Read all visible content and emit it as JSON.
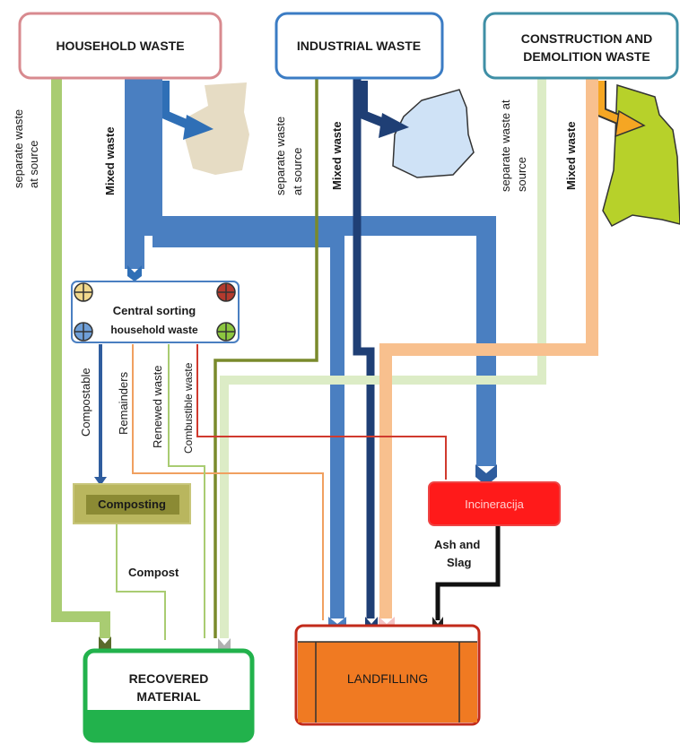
{
  "sources": {
    "household": "HOUSEHOLD WASTE",
    "industrial": "INDUSTRIAL WASTE",
    "construction_line1": "CONSTRUCTION AND",
    "construction_line2": "DEMOLITION WASTE"
  },
  "flows": {
    "household_separate_line1": "separate waste",
    "household_separate_line2": "at source",
    "household_mixed": "Mixed waste",
    "industrial_separate_line1": "separate waste",
    "industrial_separate_line2": "at source",
    "industrial_mixed": "Mixed waste",
    "construction_separate_line1": "separate waste at",
    "construction_separate_line2": "source",
    "construction_mixed": "Mixed waste"
  },
  "central_sorting": {
    "title": "Central sorting",
    "subtitle": "household   waste"
  },
  "sorting_outputs": {
    "compostable": "Compostable",
    "remainders": "Remainders",
    "renewed": "Renewed waste",
    "combustible": "Combustible   waste"
  },
  "composting": "Composting",
  "compost": "Compost",
  "incineration": "Incineracija",
  "ash_line1": "Ash and",
  "ash_line2": "Slag",
  "recovered_line1": "RECOVERED",
  "recovered_line2": "MATERIAL",
  "landfilling": "LANDFILLING",
  "colors": {
    "household_border": "#d88a8f",
    "industrial_border": "#3b7cc4",
    "construction_border": "#3f8fa6",
    "blue_flow": "#4a7fc1",
    "dark_blue_flow": "#1f3f75",
    "light_green_flow": "#dcecc6",
    "green_flow": "#a9cc72",
    "olive_flow": "#7a8a2c",
    "peach_flow": "#f8c08e",
    "red_line": "#d03a2e",
    "composting_fill": "#8b8a34",
    "incineration_fill": "#ff1a1a",
    "recovered_border": "#22b24c",
    "landfill_fill": "#f07a22",
    "landfill_border": "#c22a1a"
  }
}
